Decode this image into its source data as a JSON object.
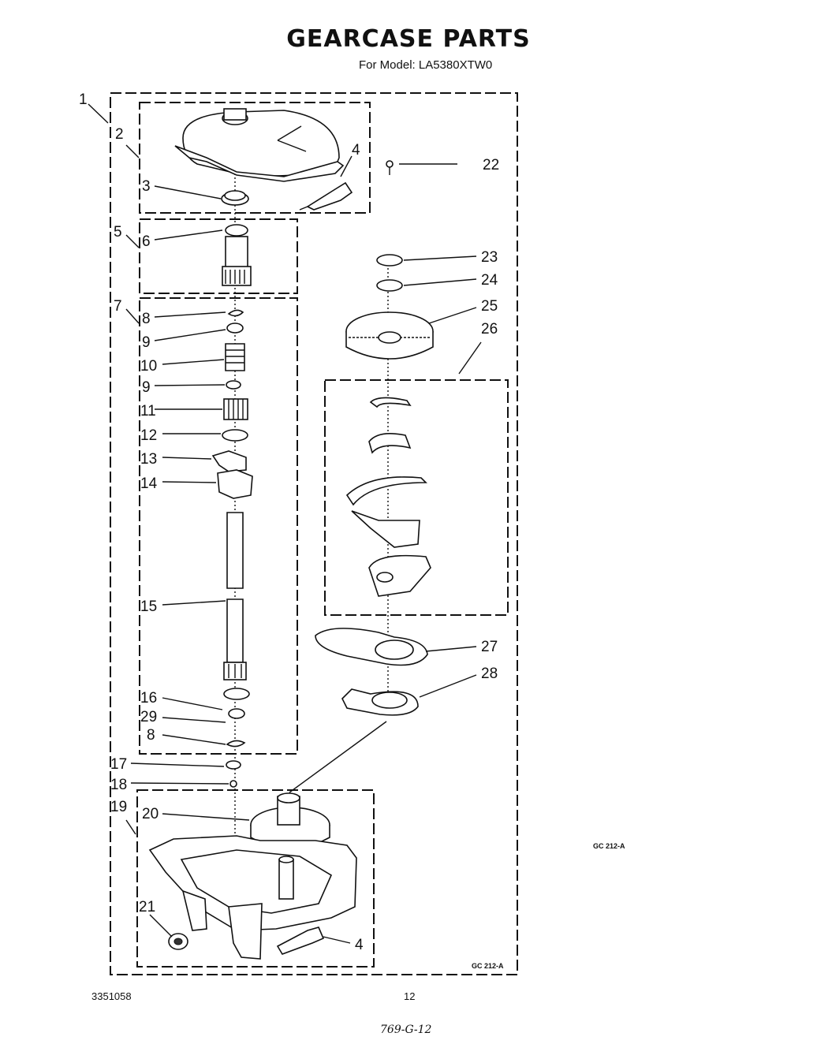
{
  "header": {
    "title": "GEARCASE PARTS",
    "subtitle": "For Model: LA5380XTW0"
  },
  "callouts": {
    "c1": "1",
    "c2": "2",
    "c3": "3",
    "c4a": "4",
    "c4b": "4",
    "c5": "5",
    "c6": "6",
    "c7": "7",
    "c8a": "8",
    "c8b": "8",
    "c9a": "9",
    "c9b": "9",
    "c10": "10",
    "c11": "11",
    "c12": "12",
    "c13": "13",
    "c14": "14",
    "c15": "15",
    "c16": "16",
    "c17": "17",
    "c18": "18",
    "c19": "19",
    "c20": "20",
    "c21": "21",
    "c22": "22",
    "c23": "23",
    "c24": "24",
    "c25": "25",
    "c26": "26",
    "c27": "27",
    "c28": "28",
    "c29": "29"
  },
  "codes": {
    "side": "GC 212-A",
    "box": "GC 212-A"
  },
  "footer": {
    "part_number": "3351058",
    "page_number": "12",
    "handwritten": "769-G-12"
  }
}
